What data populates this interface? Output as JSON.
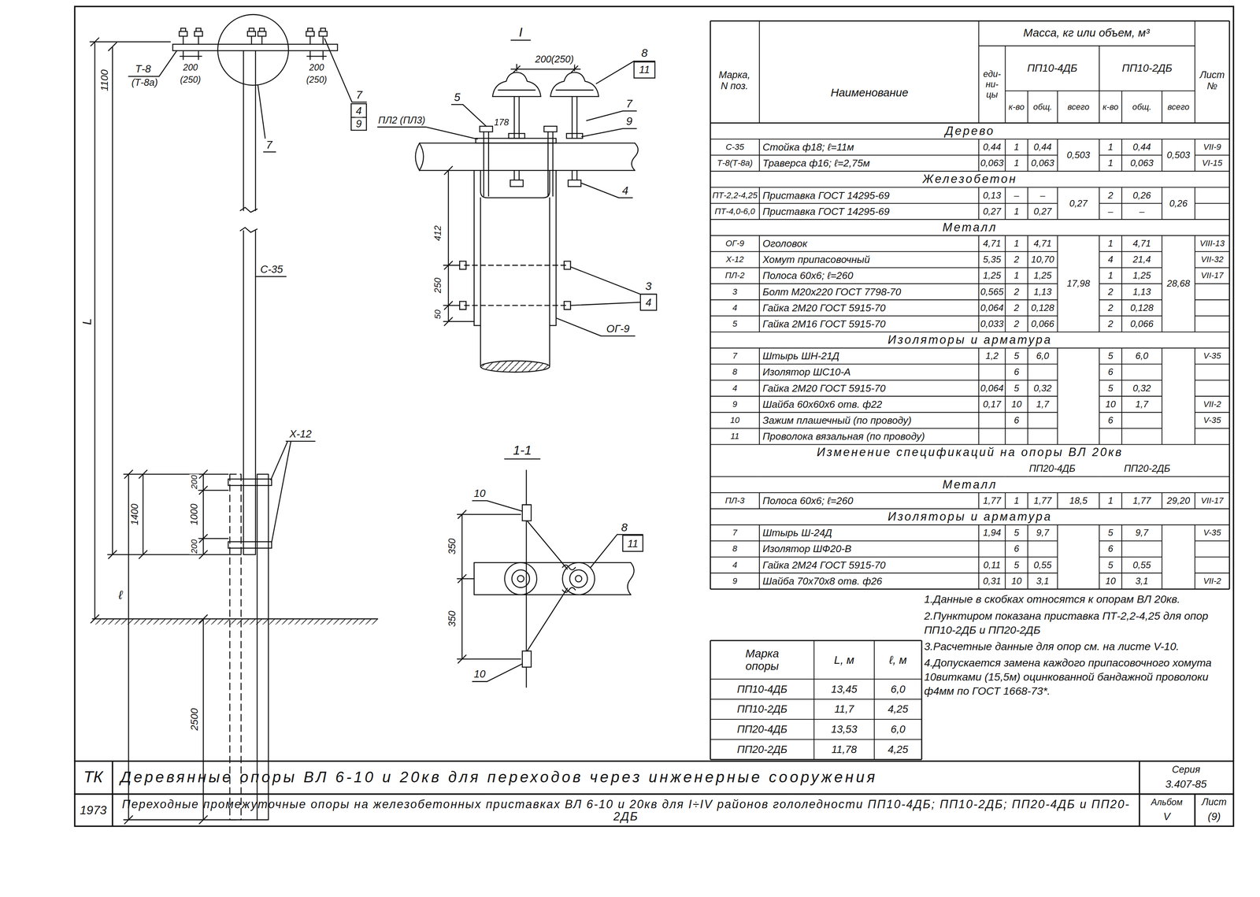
{
  "diagram": {
    "title": "Деревянные опоры ВЛ 6-10 и 20кв для переходов через инженерные сооружения",
    "labels": [
      "L",
      "1100",
      "ℓ",
      "1400",
      "200",
      "1000",
      "200",
      "2500",
      "Т-8",
      "(Т-8а)",
      "200",
      "(250)",
      "200",
      "(250)",
      "7",
      "4",
      "9",
      "7",
      "С-35",
      "Х-12",
      "I",
      "200(250)",
      "8",
      "11",
      "ПЛ2 (ПЛ3)",
      "5",
      "178",
      "7",
      "9",
      "4",
      "412",
      "250",
      "50",
      "3",
      "4",
      "ОГ-9",
      "1-1",
      "10",
      "10",
      "8",
      "11",
      "350",
      "350",
      "Масса, кг или объем, м³",
      "Марка, N поз.",
      "Наименование",
      "еди- ни- цы",
      "ПП10-4ДБ",
      "ПП10-2ДБ",
      "к-во",
      "общ.",
      "всего",
      "к-во",
      "общ.",
      "всего",
      "Лист №",
      "Дерево",
      "С-35",
      "Стойка ф18; ℓ=11м",
      "0,44",
      "1",
      "0,44",
      "0,503",
      "1",
      "0,44",
      "0,503",
      "VII-9",
      "Т-8(Т-8а)",
      "Траверса ф16; ℓ=2,75м",
      "0,063",
      "1",
      "0,063",
      "1",
      "0,063",
      "VI-15",
      "Железобетон",
      "ПТ-2,2-4,25",
      "Приставка ГОСТ 14295-69",
      "0,13",
      "–",
      "–",
      "0,27",
      "2",
      "0,26",
      "0,26",
      "ПТ-4,0-6,0",
      "Приставка ГОСТ 14295-69",
      "0,27",
      "1",
      "0,27",
      "–",
      "–",
      "Металл",
      "ОГ-9",
      "Оголовок",
      "4,71",
      "1",
      "4,71",
      "17,98",
      "1",
      "4,71",
      "28,68",
      "VIII-13",
      "Х-12",
      "Хомут припасовочный",
      "5,35",
      "2",
      "10,70",
      "4",
      "21,4",
      "VII-32",
      "ПЛ-2",
      "Полоса 60х6; ℓ=260",
      "1,25",
      "1",
      "1,25",
      "1",
      "1,25",
      "VII-17",
      "3",
      "Болт М20х220 ГОСТ 7798-70",
      "0,565",
      "2",
      "1,13",
      "2",
      "1,13",
      "4",
      "Гайка 2М20 ГОСТ 5915-70",
      "0,064",
      "2",
      "0,128",
      "2",
      "0,128",
      "5",
      "Гайка 2М16 ГОСТ 5915-70",
      "0,033",
      "2",
      "0,066",
      "2",
      "0,066",
      "Изоляторы и арматура",
      "7",
      "Штырь ШН-21Д",
      "1,2",
      "5",
      "6,0",
      "5",
      "6,0",
      "V-35",
      "8",
      "Изолятор ШС10-А",
      "6",
      "6",
      "4",
      "Гайка 2М20 ГОСТ 5915-70",
      "0,064",
      "5",
      "0,32",
      "5",
      "0,32",
      "9",
      "Шайба 60х60х6 отв. ф22",
      "0,17",
      "10",
      "1,7",
      "10",
      "1,7",
      "VII-2",
      "10",
      "Зажим плашечный (по проводу)",
      "6",
      "6",
      "V-35",
      "11",
      "Проволока вязальная (по проводу)",
      "Изменение спецификаций на опоры ВЛ 20кв",
      "ПП20-4ДБ",
      "ПП20-2ДБ",
      "Металл",
      "ПЛ-3",
      "Полоса 60х6; ℓ=260",
      "1,77",
      "1",
      "1,77",
      "18,5",
      "1",
      "1,77",
      "29,20",
      "VII-17",
      "Изоляторы и арматура",
      "7",
      "Штырь Ш-24Д",
      "1,94",
      "5",
      "9,7",
      "5",
      "9,7",
      "V-35",
      "8",
      "Изолятор ШФ20-В",
      "6",
      "6",
      "4",
      "Гайка 2М24 ГОСТ 5915-70",
      "0,11",
      "5",
      "0,55",
      "5",
      "0,55",
      "9",
      "Шайба 70х70х8 отв. ф26",
      "0,31",
      "10",
      "3,1",
      "10",
      "3,1",
      "VII-2",
      "1.Данные в скобках относятся к опорам ВЛ 20кв.",
      "2.Пунктиром показана приставка ПТ-2,2-4,25 для опор ПП10-2ДБ и ПП20-2ДБ",
      "3.Расчетные данные для опор см. на листе V-10.",
      "4.Допускается замена каждого припасовочного хомута 10витками (15,5м) оцинкованной бандажной проволоки ф4мм по ГОСТ 1668-73*.",
      "Марка опоры",
      "L, м",
      "ℓ, м",
      "ПП10-4ДБ",
      "13,45",
      "6,0",
      "ПП10-2ДБ",
      "11,7",
      "4,25",
      "ПП20-4ДБ",
      "13,53",
      "6,0",
      "ПП20-2ДБ",
      "11,78",
      "4,25",
      "ТК",
      "1973",
      "Переходные промежуточные опоры на железобетонных приставках ВЛ 6-10 и 20кв для I÷IV районов гололедности ПП10-4ДБ; ПП10-2ДБ; ПП20-4ДБ и ПП20-2ДБ",
      "Серия",
      "3.407-85",
      "Альбом",
      "V",
      "Лист",
      "(9)"
    ]
  }
}
